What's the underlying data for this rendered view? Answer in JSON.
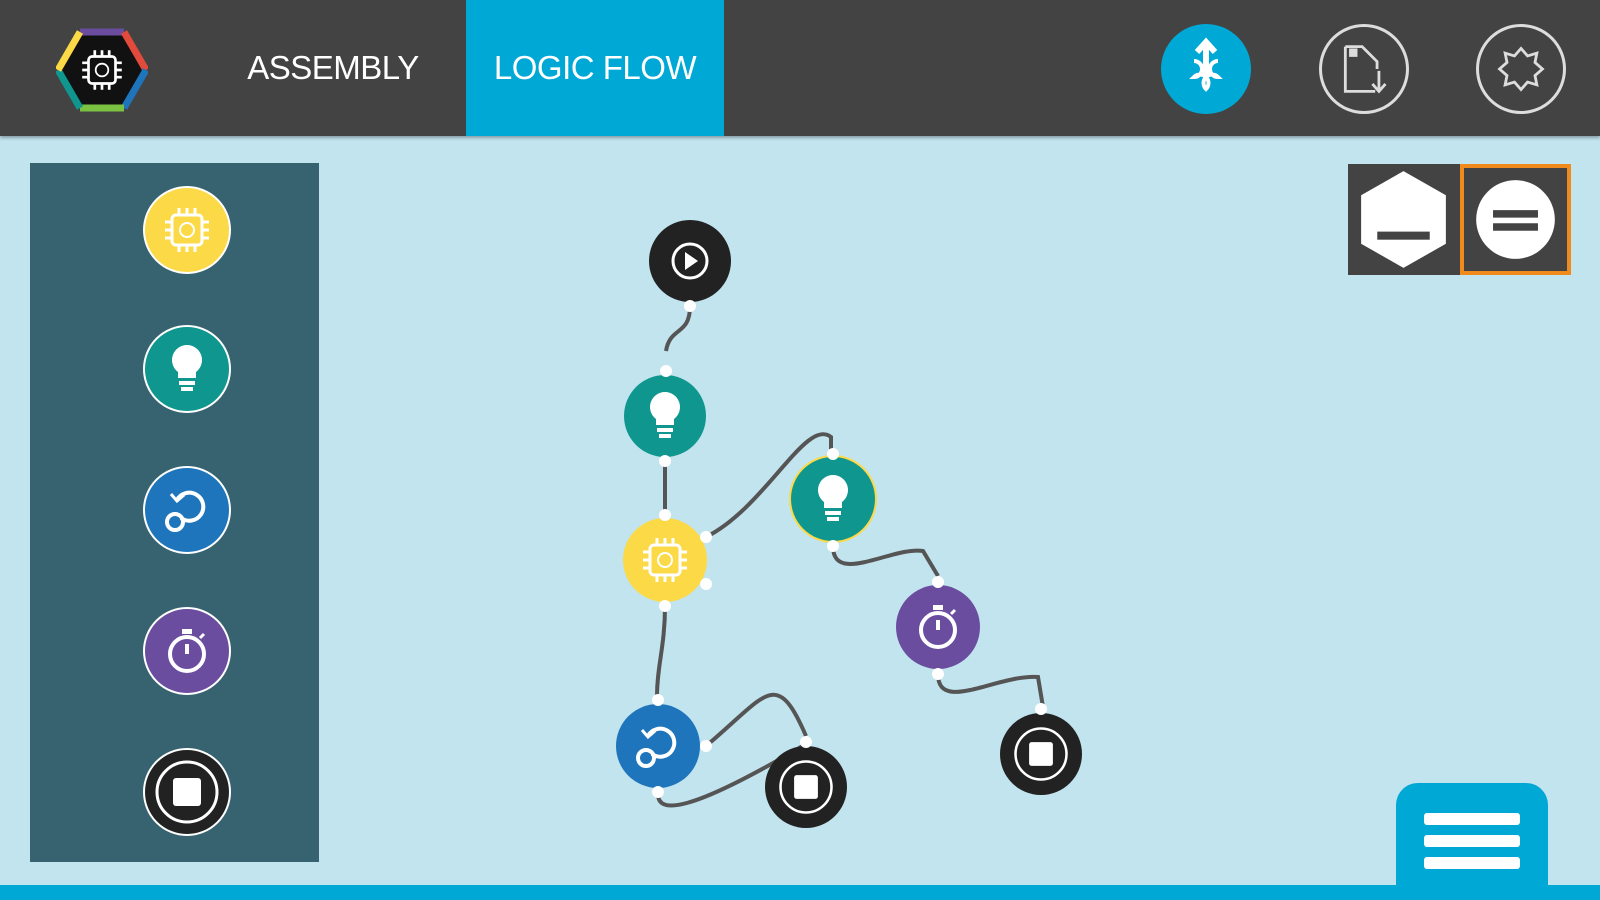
{
  "header": {
    "tabs": [
      {
        "label": "ASSEMBLY",
        "active": false
      },
      {
        "label": "LOGIC FLOW",
        "active": true
      }
    ],
    "buttons": [
      "upload-icon",
      "save-icon",
      "settings-icon"
    ]
  },
  "palette": {
    "items": [
      "processor",
      "light",
      "loop",
      "timer",
      "stop"
    ]
  },
  "view_toggle": {
    "options": [
      "hex-view",
      "circle-view"
    ],
    "selected": "circle-view"
  },
  "colors": {
    "header": "#434343",
    "accent": "#00a8d6",
    "canvas": "#c2e4ee",
    "sidebar": "#376370",
    "processor": "#fcd947",
    "light": "#0f968f",
    "loop": "#1e75bb",
    "timer": "#6b4da0",
    "stop": "#222222",
    "selected": "#f08a1c"
  },
  "flow": {
    "nodes": [
      "start",
      "light",
      "processor",
      "light",
      "timer",
      "loop",
      "stop",
      "stop"
    ]
  }
}
